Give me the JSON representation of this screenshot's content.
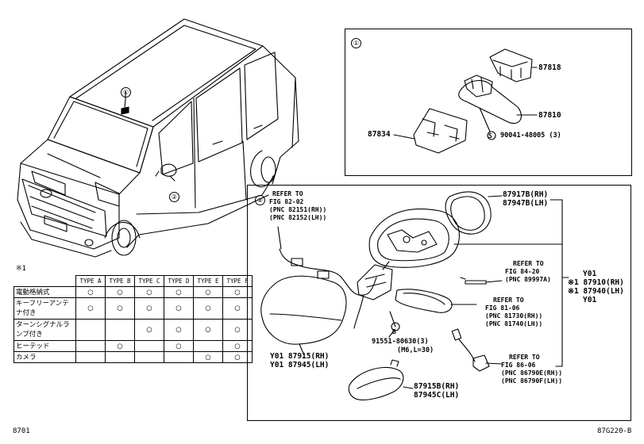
{
  "diagram": {
    "figure_number": "8701",
    "figure_code": "87G220-B",
    "note_mark": "※1",
    "callout_1": "①",
    "callout_2": "②",
    "sub_parts": [
      {
        "number": "87818"
      },
      {
        "number": "87810"
      },
      {
        "number": "87834"
      },
      {
        "number": "90041-48005 (3)",
        "prefix": "S"
      }
    ],
    "mirror_parts": {
      "refer_82": [
        "REFER TO",
        "FIG 82-02",
        "(PNC 82151(RH))",
        "(PNC 82152(LH))"
      ],
      "glass": [
        "87917B(RH)",
        "87947B(LH)"
      ],
      "refer_84": [
        "REFER TO",
        "FIG 84-20",
        "(PNC 89997A)"
      ],
      "right_codes": [
        "Y01",
        "※1 87910(RH)",
        "※1 87940(LH)",
        "Y01"
      ],
      "refer_81": [
        "REFER TO",
        "FIG 81-06",
        "(PNC 81730(RH))",
        "(PNC 81740(LH))"
      ],
      "screw": [
        "91551-80630(3)",
        "(M6,L=30)"
      ],
      "screw_mark": "B",
      "cover": [
        "Y01 87915(RH)",
        "Y01 87945(LH)"
      ],
      "base_cover": [
        "87915B(RH)",
        "87945C(LH)"
      ],
      "refer_86": [
        "REFER TO",
        "FIG 86-06",
        "(PNC 86790E(RH))",
        "(PNC 86790F(LH))"
      ]
    },
    "option_table": {
      "headers": [
        "TYPE A",
        "TYPE B",
        "TYPE C",
        "TYPE D",
        "TYPE E",
        "TYPE F"
      ],
      "rows": [
        {
          "feature": "電動格納式",
          "marks": [
            "○",
            "○",
            "○",
            "○",
            "○",
            "○"
          ]
        },
        {
          "feature": "キーフリーアンテナ付き",
          "marks": [
            "○",
            "○",
            "○",
            "○",
            "○",
            "○"
          ]
        },
        {
          "feature": "ターンシグナルランプ付き",
          "marks": [
            "",
            "",
            "○",
            "○",
            "○",
            "○"
          ]
        },
        {
          "feature": "ヒーテッド",
          "marks": [
            "",
            "○",
            "",
            "○",
            "",
            "○"
          ]
        },
        {
          "feature": "カメラ",
          "marks": [
            "",
            "",
            "",
            "",
            "○",
            "○"
          ]
        }
      ]
    }
  }
}
